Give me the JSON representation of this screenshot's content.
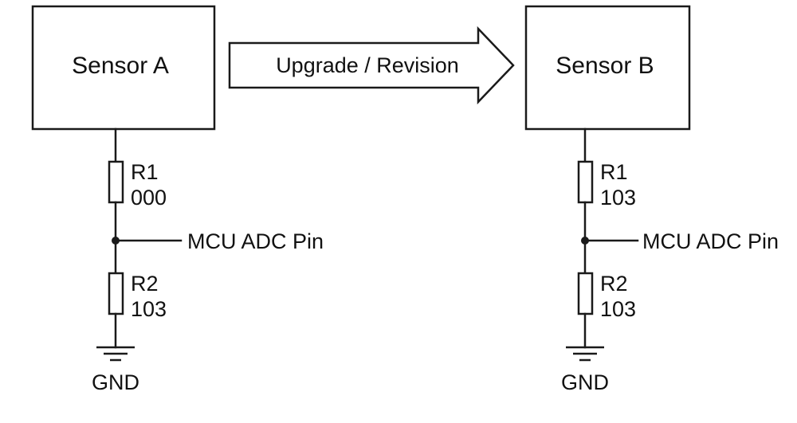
{
  "arrow": {
    "label": "Upgrade / Revision"
  },
  "left": {
    "title": "Sensor A",
    "r1": {
      "name": "R1",
      "value": "000"
    },
    "r2": {
      "name": "R2",
      "value": "103"
    },
    "adc_label": "MCU ADC Pin",
    "gnd_label": "GND"
  },
  "right": {
    "title": "Sensor B",
    "r1": {
      "name": "R1",
      "value": "103"
    },
    "r2": {
      "name": "R2",
      "value": "103"
    },
    "adc_label": "MCU ADC Pin",
    "gnd_label": "GND"
  }
}
